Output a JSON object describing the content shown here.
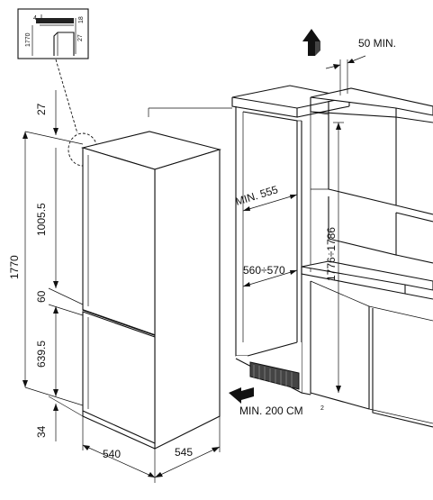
{
  "diagram": {
    "fridge_dims": {
      "total_height": "1770",
      "top_gap": "27",
      "upper_door": "1005.5",
      "door_gap": "60",
      "lower_door": "639.5",
      "bottom_gap": "34",
      "width": "540",
      "depth": "545"
    },
    "niche_dims": {
      "min_depth": "MIN. 555",
      "depth_range": "560÷570",
      "height_range": "1776÷1786",
      "rear_gap": "50 MIN.",
      "vent_area": "MIN. 200 CM",
      "vent_area_sup": "2"
    },
    "inset": {
      "total": "1770",
      "top": "4",
      "side": "18",
      "gap": "27"
    }
  }
}
